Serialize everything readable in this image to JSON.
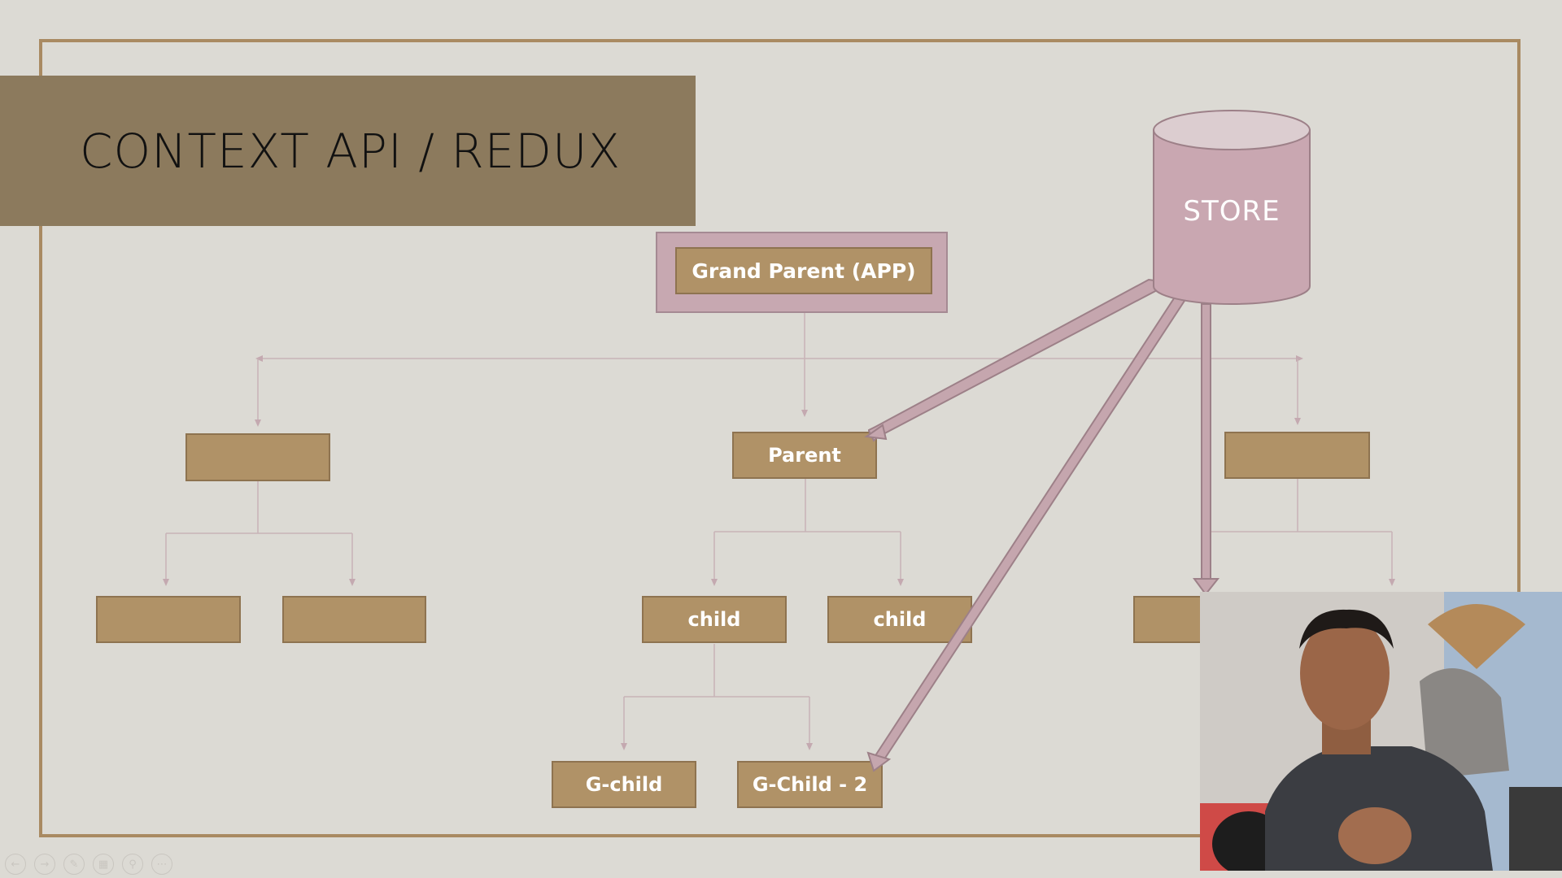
{
  "slide": {
    "title": "CONTEXT API / REDUX"
  },
  "diagram": {
    "store_label": "STORE",
    "grand_parent": "Grand Parent (APP)",
    "parent": "Parent",
    "children": [
      "child",
      "child"
    ],
    "grand_children": [
      "G-child",
      "G-Child - 2"
    ]
  },
  "colors": {
    "background": "#dcdad4",
    "title_bar": "#8c7a5d",
    "node_fill": "#b09267",
    "store_fill": "#c9a7b1",
    "arrow_fill": "#c5a6ae",
    "frame": "#a98a62"
  },
  "toolbar": {
    "icons": [
      "prev-icon",
      "next-icon",
      "pen-icon",
      "grid-icon",
      "zoom-icon",
      "more-icon"
    ]
  }
}
